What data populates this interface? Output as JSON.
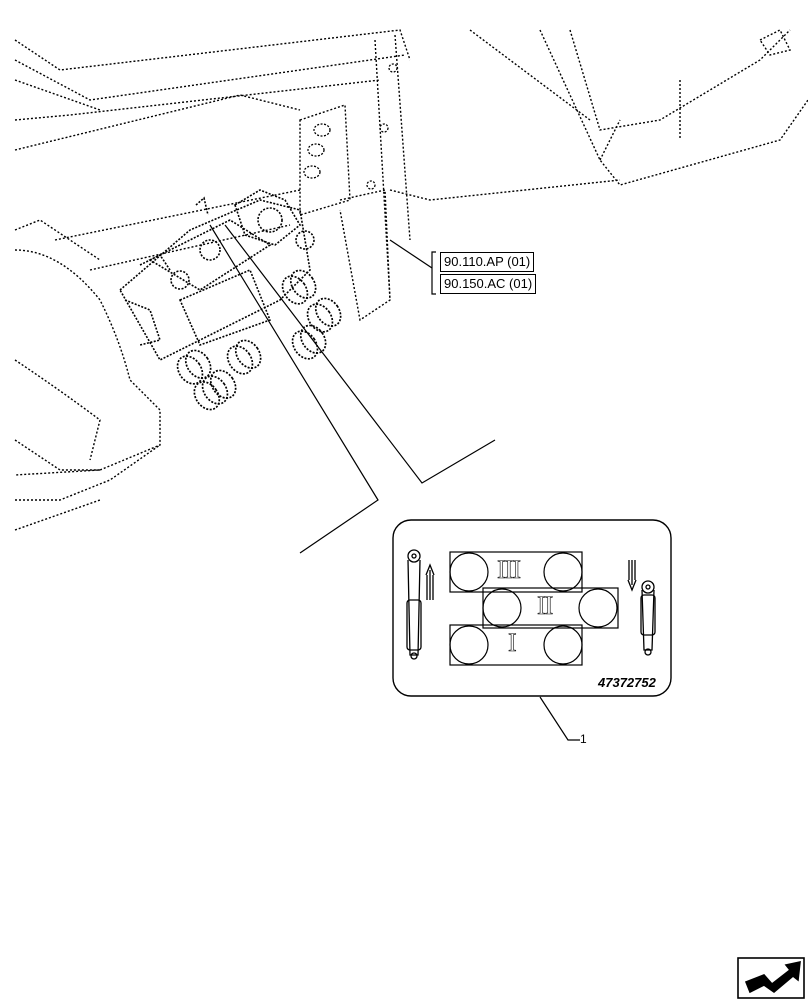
{
  "references": [
    {
      "label": "90.110.AP (01)"
    },
    {
      "label": "90.150.AC (01)"
    }
  ],
  "decal": {
    "part_number": "47372752",
    "rows": [
      "III",
      "II",
      "I"
    ]
  },
  "callout": {
    "number": "1"
  },
  "nav": {
    "icon": "next-page-arrow-icon"
  }
}
